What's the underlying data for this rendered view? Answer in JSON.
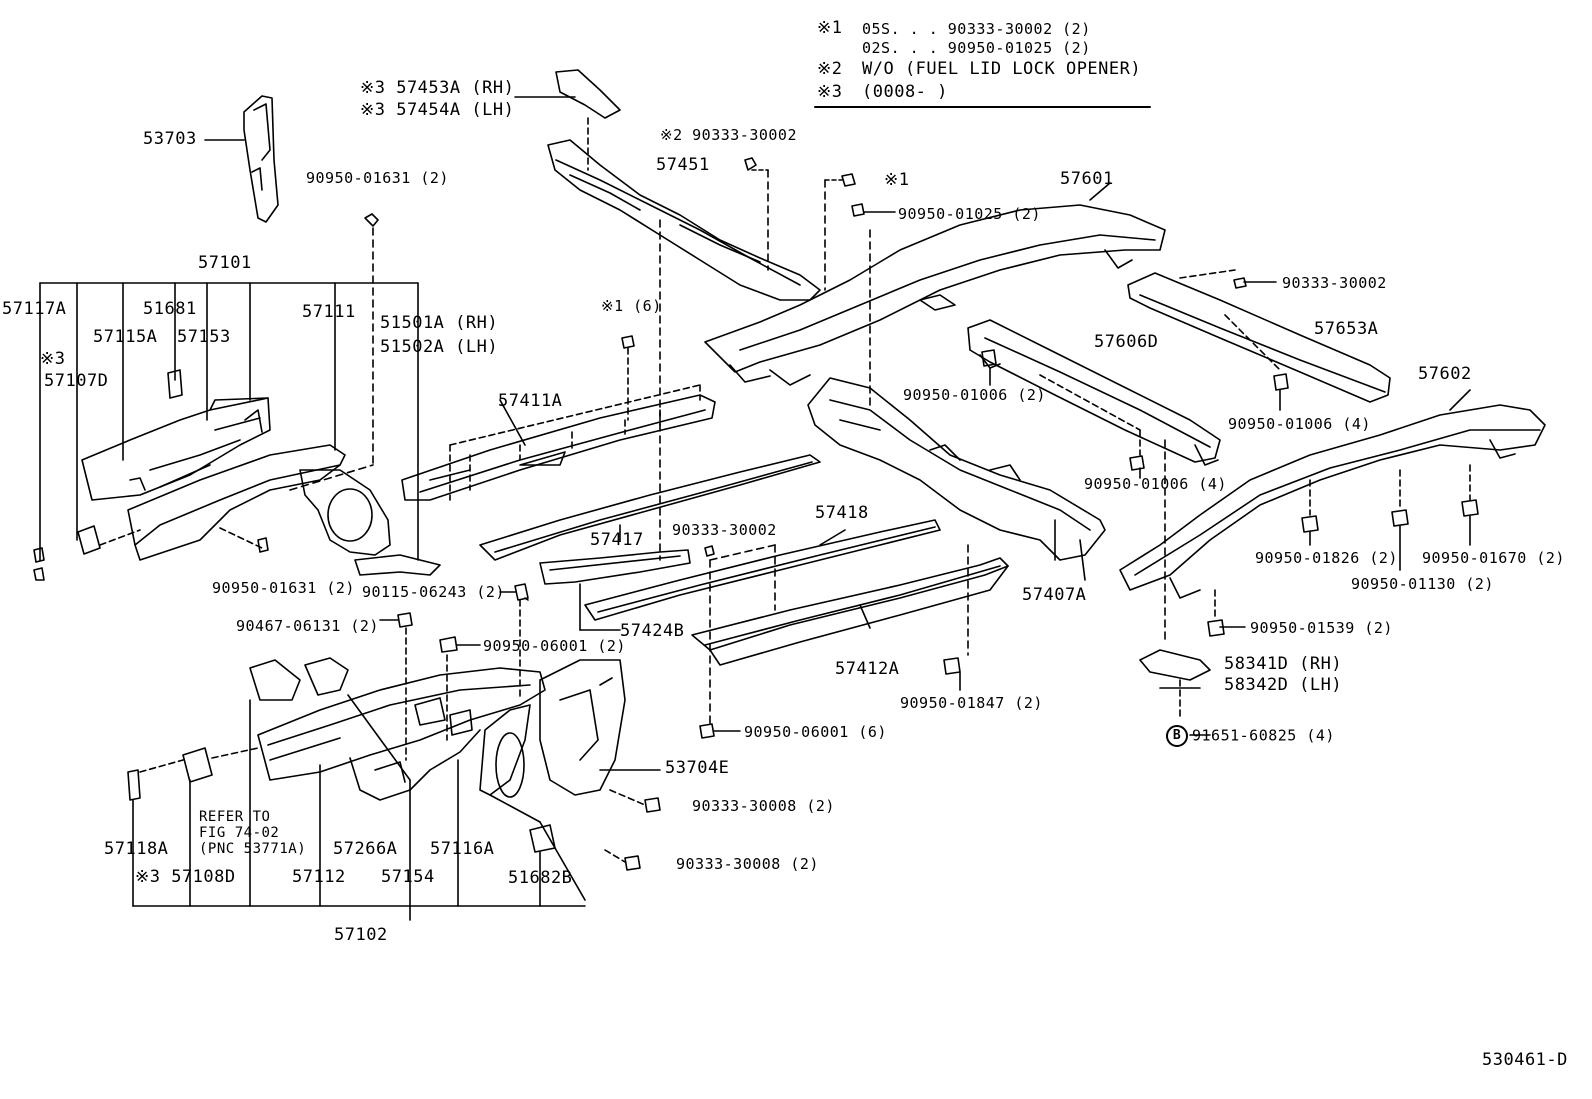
{
  "notes": {
    "n1_mark": "※1",
    "n1_line1": "05S. . . 90333-30002 (2)",
    "n1_line2": "02S. . . 90950-01025 (2)",
    "n2_mark": "※2",
    "n2_text": "W/O (FUEL LID LOCK OPENER)",
    "n3_mark": "※3",
    "n3_text": "(0008-      )"
  },
  "labels": {
    "l53703": "53703",
    "l90950_01631_top": "90950-01631 (2)",
    "l57101": "57101",
    "l57117A": "57117A",
    "l51681": "51681",
    "l57115A": "57115A",
    "l57153": "57153",
    "l57111": "57111",
    "l51501A": "51501A (RH)",
    "l51502A": "51502A (LH)",
    "l57107D_mark": "※3",
    "l57107D": "57107D",
    "l90950_01631_bot": "90950-01631 (2)",
    "l90115_06243": "90115-06243 (2)",
    "l90467_06131": "90467-06131 (2)",
    "l90950_06001_top": "90950-06001 (2)",
    "l57453A": "※3 57453A (RH)",
    "l57454A": "※3 57454A (LH)",
    "l90333_30002_n2": "※2 90333-30002",
    "l57451": "57451",
    "l1_6": "※1 (6)",
    "l57411A": "57411A",
    "l57417": "57417",
    "l90333_30002_mid": "90333-30002",
    "l57424B": "57424B",
    "l57418": "57418",
    "l57412A": "57412A",
    "l90950_06001_bot": "90950-06001 (6)",
    "l90950_01847": "90950-01847 (2)",
    "l57407A": "57407A",
    "l_mark1": "※1",
    "l90950_01025": "90950-01025 (2)",
    "l57601": "57601",
    "l90333_30002_right": "90333-30002",
    "l57606D": "57606D",
    "l57653A": "57653A",
    "l90950_01006_a": "90950-01006 (2)",
    "l90950_01006_b": "90950-01006 (4)",
    "l90950_01006_c": "90950-01006 (4)",
    "l57602": "57602",
    "l90950_01826": "90950-01826 (2)",
    "l90950_01130": "90950-01130 (2)",
    "l90950_01670": "90950-01670 (2)",
    "l90950_01539": "90950-01539 (2)",
    "l58341D": "58341D (RH)",
    "l58342D": "58342D (LH)",
    "l_b_mark": "B",
    "l91651_60825": "91651-60825 (4)",
    "l53704E": "53704E",
    "l90333_30008_a": "90333-30008 (2)",
    "l90333_30008_b": "90333-30008 (2)",
    "l51682B": "51682B",
    "l57118A": "57118A",
    "l_refer1": "REFER TO",
    "l_refer2": "FIG 74-02",
    "l_refer3": "(PNC 53771A)",
    "l57266A": "57266A",
    "l57116A": "57116A",
    "l57108D": "※3 57108D",
    "l57112": "57112",
    "l57154": "57154",
    "l57102": "57102",
    "l_code": "530461-D"
  }
}
